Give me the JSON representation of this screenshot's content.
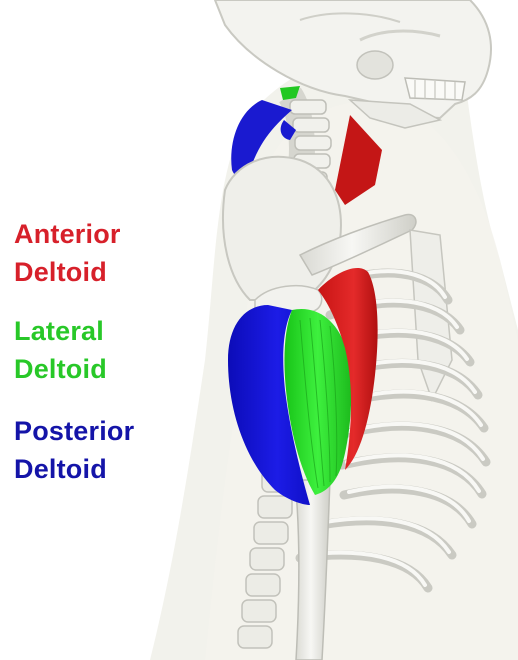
{
  "labels": {
    "anterior": {
      "line1": "Anterior",
      "line2": "Deltoid",
      "color": "#d7202a"
    },
    "lateral": {
      "line1": "Lateral",
      "line2": "Deltoid",
      "color": "#28c828"
    },
    "posterior": {
      "line1": "Posterior",
      "line2": "Deltoid",
      "color": "#1414a8"
    }
  },
  "muscle_colors": {
    "anterior": "#d91c1c",
    "lateral": "#22dd22",
    "posterior": "#1a1ad8"
  },
  "bone_color": "#f2f2ee",
  "body_shadow_color": "#e8e6df"
}
